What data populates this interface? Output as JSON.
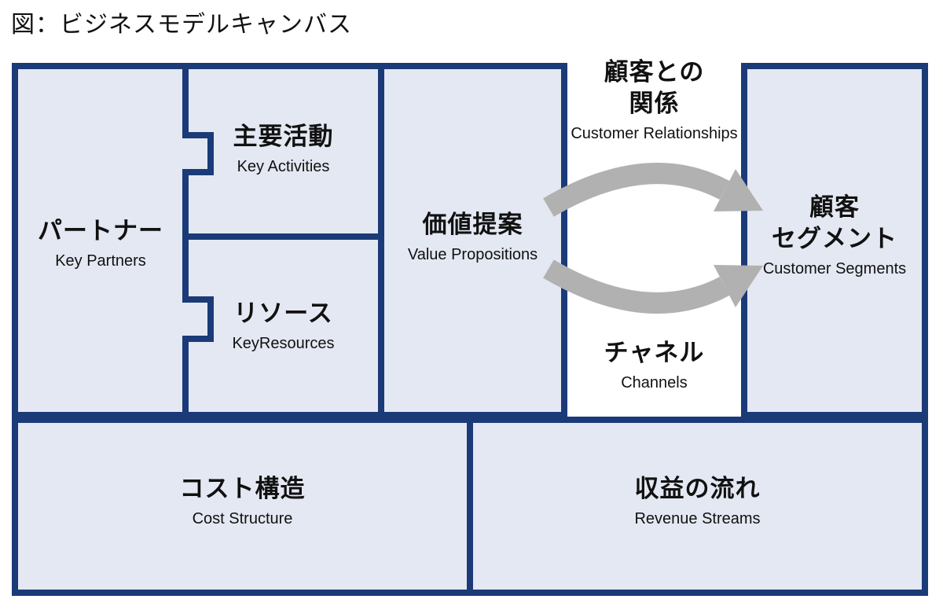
{
  "title": "図：ビジネスモデルキャンバス",
  "colors": {
    "border_navy": "#1b3a78",
    "box_fill": "#e4e8f2",
    "arrow_gray": "#b1b1b1",
    "text": "#111111",
    "background": "#ffffff"
  },
  "blocks": {
    "key_partners": {
      "jp": "パートナー",
      "en": "Key Partners"
    },
    "key_activities": {
      "jp": "主要活動",
      "en": "Key Activities"
    },
    "key_resources": {
      "jp": "リソース",
      "en": "KeyResources"
    },
    "value_propositions": {
      "jp": "価値提案",
      "en": "Value Propositions"
    },
    "customer_relationships": {
      "jp_line1": "顧客との",
      "jp_line2": "関係",
      "en": "Customer Relationships"
    },
    "channels": {
      "jp": "チャネル",
      "en": "Channels"
    },
    "customer_segments": {
      "jp_line1": "顧客",
      "jp_line2": "セグメント",
      "en": "Customer Segments"
    },
    "cost_structure": {
      "jp": "コスト構造",
      "en": "Cost Structure"
    },
    "revenue_streams": {
      "jp": "収益の流れ",
      "en": "Revenue Streams"
    }
  }
}
